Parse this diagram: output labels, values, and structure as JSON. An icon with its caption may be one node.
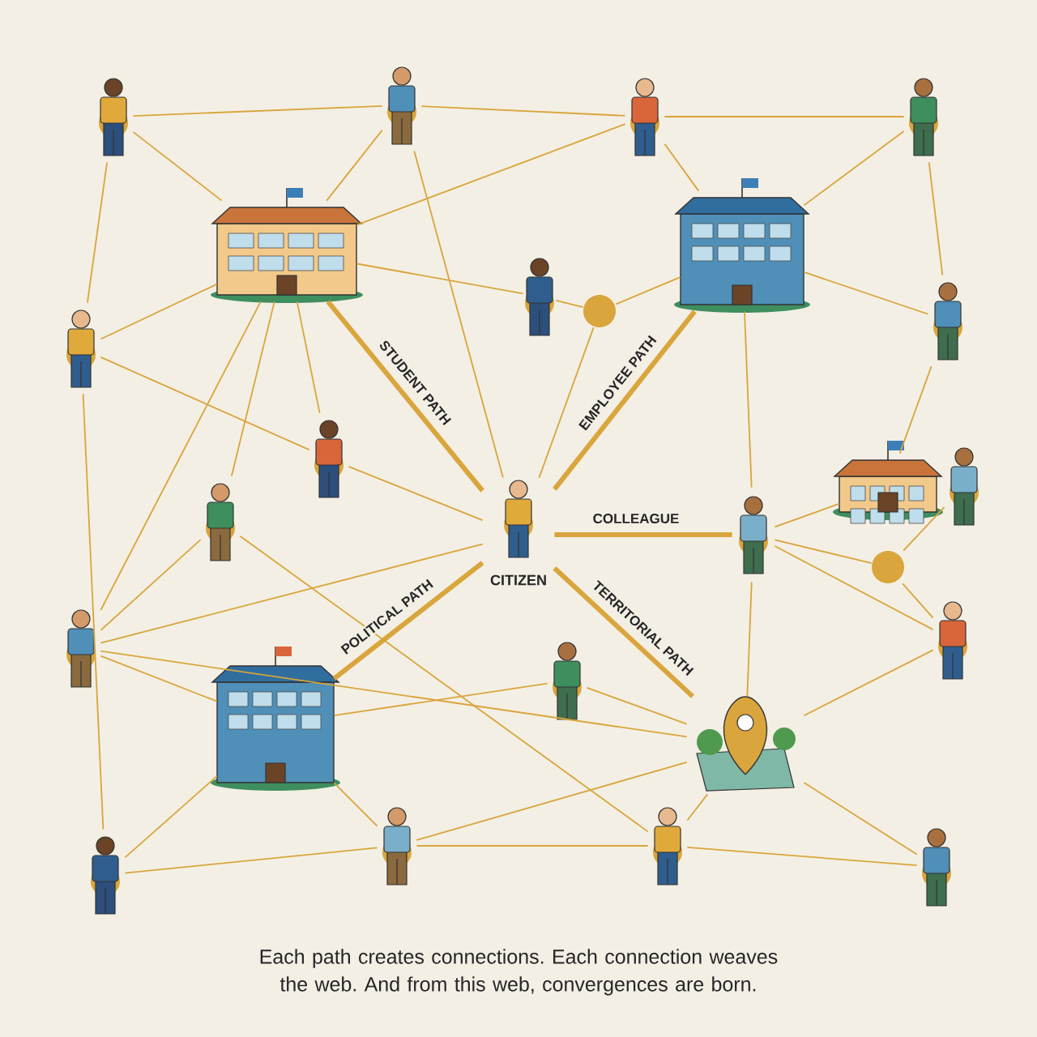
{
  "diagram": {
    "caption": "Each path creates connections. Each connection weaves the web. And from this web, convergences are born.",
    "nodes": [
      {
        "text": [
          "CITIZEN"
        ]
      },
      {
        "text": [],
        "shape": "picture"
      },
      {
        "text": [],
        "shape": "picture"
      },
      {
        "text": [],
        "shape": "picture"
      },
      {
        "text": [],
        "shape": "picture"
      },
      {
        "text": [],
        "shape": "person"
      },
      {
        "text": [],
        "shape": "person"
      },
      {
        "text": [],
        "shape": "person"
      },
      {
        "text": [],
        "shape": "person"
      },
      {
        "text": [],
        "shape": "person"
      },
      {
        "text": [],
        "shape": "person"
      },
      {
        "text": [],
        "shape": "circle"
      },
      {
        "text": [],
        "shape": "person"
      },
      {
        "text": [],
        "shape": "person"
      },
      {
        "text": [],
        "shape": "person"
      },
      {
        "text": [],
        "shape": "person"
      },
      {
        "text": [],
        "shape": "picture"
      },
      {
        "text": [],
        "shape": "person"
      },
      {
        "text": [],
        "shape": "circle"
      },
      {
        "text": [],
        "shape": "person"
      },
      {
        "text": [],
        "shape": "person"
      },
      {
        "text": [],
        "shape": "person"
      },
      {
        "text": [],
        "shape": "person"
      },
      {
        "text": [],
        "shape": "person"
      },
      {
        "text": [],
        "shape": "person"
      },
      {
        "text": [],
        "shape": "person"
      }
    ],
    "edges": [
      {
        "from": 0,
        "to": 1,
        "arrow": "none",
        "label": "STUDENT PATH",
        "style": "thick"
      },
      {
        "from": 0,
        "to": 2,
        "arrow": "none",
        "label": "EMPLOYEE PATH",
        "style": "thick"
      },
      {
        "from": 0,
        "to": 5,
        "arrow": "none",
        "label": "COLLEAGUE",
        "style": "thick"
      },
      {
        "from": 0,
        "to": 3,
        "arrow": "none",
        "label": "POLITICAL PATH",
        "style": "thick"
      },
      {
        "from": 0,
        "to": 4,
        "arrow": "none",
        "label": "TERRITORIAL PATH",
        "style": "thick"
      },
      {
        "from": 0,
        "to": 7,
        "arrow": "none"
      },
      {
        "from": 0,
        "to": 11,
        "arrow": "none"
      },
      {
        "from": 0,
        "to": 14,
        "arrow": "none"
      },
      {
        "from": 0,
        "to": 19,
        "arrow": "none"
      },
      {
        "from": 6,
        "to": 1,
        "arrow": "none"
      },
      {
        "from": 6,
        "to": 7,
        "arrow": "none"
      },
      {
        "from": 6,
        "to": 12,
        "arrow": "none"
      },
      {
        "from": 7,
        "to": 1,
        "arrow": "none"
      },
      {
        "from": 8,
        "to": 1,
        "arrow": "none"
      },
      {
        "from": 8,
        "to": 2,
        "arrow": "none"
      },
      {
        "from": 9,
        "to": 2,
        "arrow": "none"
      },
      {
        "from": 9,
        "to": 13,
        "arrow": "none"
      },
      {
        "from": 1,
        "to": 10,
        "arrow": "none"
      },
      {
        "from": 11,
        "to": 2,
        "arrow": "none"
      },
      {
        "from": 10,
        "to": 11,
        "arrow": "none"
      },
      {
        "from": 12,
        "to": 1,
        "arrow": "none"
      },
      {
        "from": 12,
        "to": 14,
        "arrow": "none"
      },
      {
        "from": 15,
        "to": 1,
        "arrow": "none"
      },
      {
        "from": 14,
        "to": 1,
        "arrow": "none"
      },
      {
        "from": 2,
        "to": 5,
        "arrow": "none"
      },
      {
        "from": 2,
        "to": 13,
        "arrow": "none"
      },
      {
        "from": 13,
        "to": 16,
        "arrow": "none"
      },
      {
        "from": 5,
        "to": 16,
        "arrow": "none"
      },
      {
        "from": 5,
        "to": 18,
        "arrow": "none"
      },
      {
        "from": 5,
        "to": 20,
        "arrow": "none"
      },
      {
        "from": 5,
        "to": 4,
        "arrow": "none"
      },
      {
        "from": 17,
        "to": 18,
        "arrow": "none"
      },
      {
        "from": 18,
        "to": 20,
        "arrow": "none"
      },
      {
        "from": 19,
        "to": 3,
        "arrow": "none"
      },
      {
        "from": 19,
        "to": 15,
        "arrow": "none"
      },
      {
        "from": 19,
        "to": 1,
        "arrow": "none"
      },
      {
        "from": 3,
        "to": 22,
        "arrow": "none"
      },
      {
        "from": 3,
        "to": 23,
        "arrow": "none"
      },
      {
        "from": 3,
        "to": 21,
        "arrow": "none"
      },
      {
        "from": 21,
        "to": 4,
        "arrow": "none"
      },
      {
        "from": 22,
        "to": 23,
        "arrow": "none"
      },
      {
        "from": 23,
        "to": 24,
        "arrow": "none"
      },
      {
        "from": 23,
        "to": 4,
        "arrow": "none"
      },
      {
        "from": 24,
        "to": 4,
        "arrow": "none"
      },
      {
        "from": 24,
        "to": 25,
        "arrow": "none"
      },
      {
        "from": 4,
        "to": 25,
        "arrow": "none"
      },
      {
        "from": 4,
        "to": 20,
        "arrow": "none"
      },
      {
        "from": 22,
        "to": 12,
        "arrow": "none"
      },
      {
        "from": 15,
        "to": 24,
        "arrow": "none"
      },
      {
        "from": 19,
        "to": 4,
        "arrow": "none"
      },
      {
        "from": 7,
        "to": 8,
        "arrow": "none"
      },
      {
        "from": 8,
        "to": 9,
        "arrow": "none"
      }
    ]
  }
}
